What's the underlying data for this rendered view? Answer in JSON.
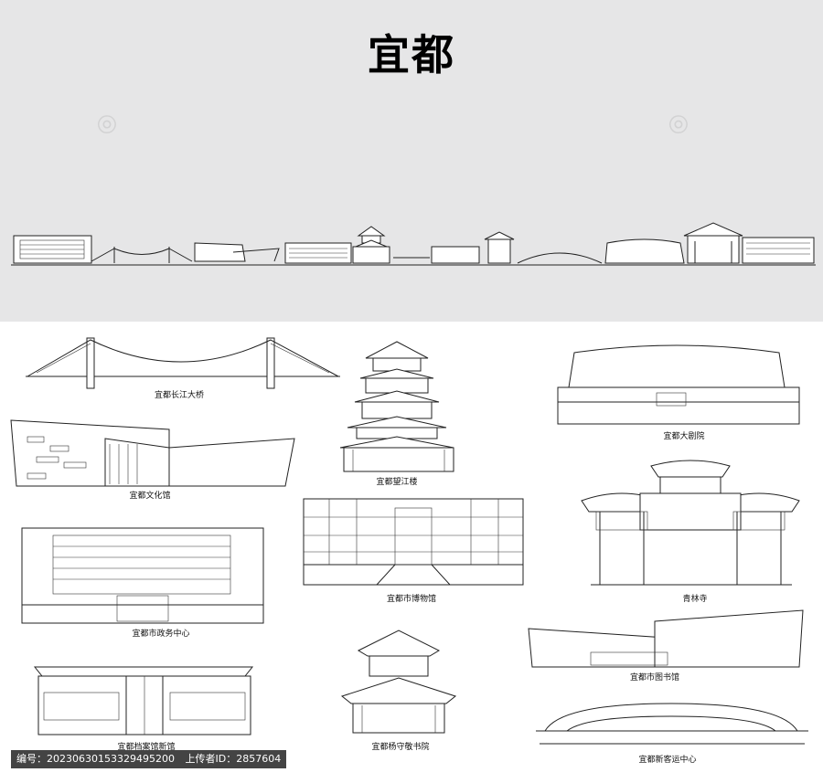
{
  "title": "宜都",
  "landmarks": [
    {
      "name": "宜都长江大桥"
    },
    {
      "name": "宜都望江楼"
    },
    {
      "name": "宜都大剧院"
    },
    {
      "name": "宜都文化馆"
    },
    {
      "name": "宜都市博物馆"
    },
    {
      "name": "青林寺"
    },
    {
      "name": "宜都市政务中心"
    },
    {
      "name": "宜都市图书馆"
    },
    {
      "name": "宜都档案馆新馆"
    },
    {
      "name": "宜都杨守敬书院"
    },
    {
      "name": "宜都新客运中心"
    }
  ],
  "footer": {
    "id_label": "编号：",
    "id_value": "20230630153329495200",
    "uploader_label": "上传者ID：",
    "uploader_value": "2857604"
  },
  "colors": {
    "banner_bg": "#e6e6e7",
    "line": "#222222",
    "footer_bg": "#444444"
  }
}
